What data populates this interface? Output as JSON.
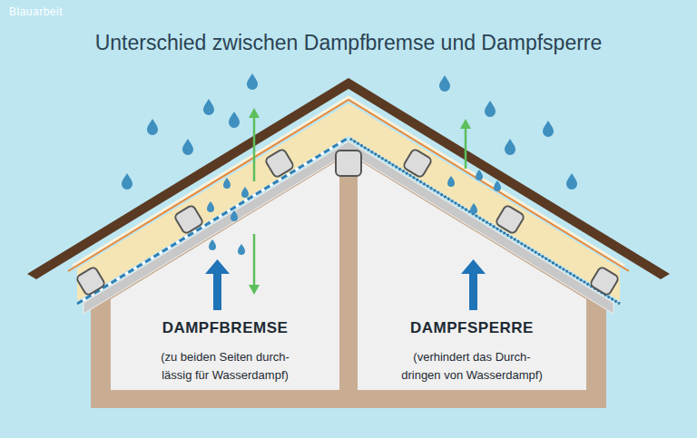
{
  "diagram": {
    "title": "Unterschied zwischen Dampfbremse und Dampfsperre",
    "nodes": [
      {
        "text": [
          "DAMPFBREMSE",
          "(zu beiden Seiten durch- lässig für Wasserdampf)"
        ]
      },
      {
        "text": [
          "DAMPFSPERRE",
          "(verhindert das Durch- dringen von Wasserdampf)"
        ]
      }
    ],
    "labels": [
      "Blauarbeit"
    ]
  }
}
